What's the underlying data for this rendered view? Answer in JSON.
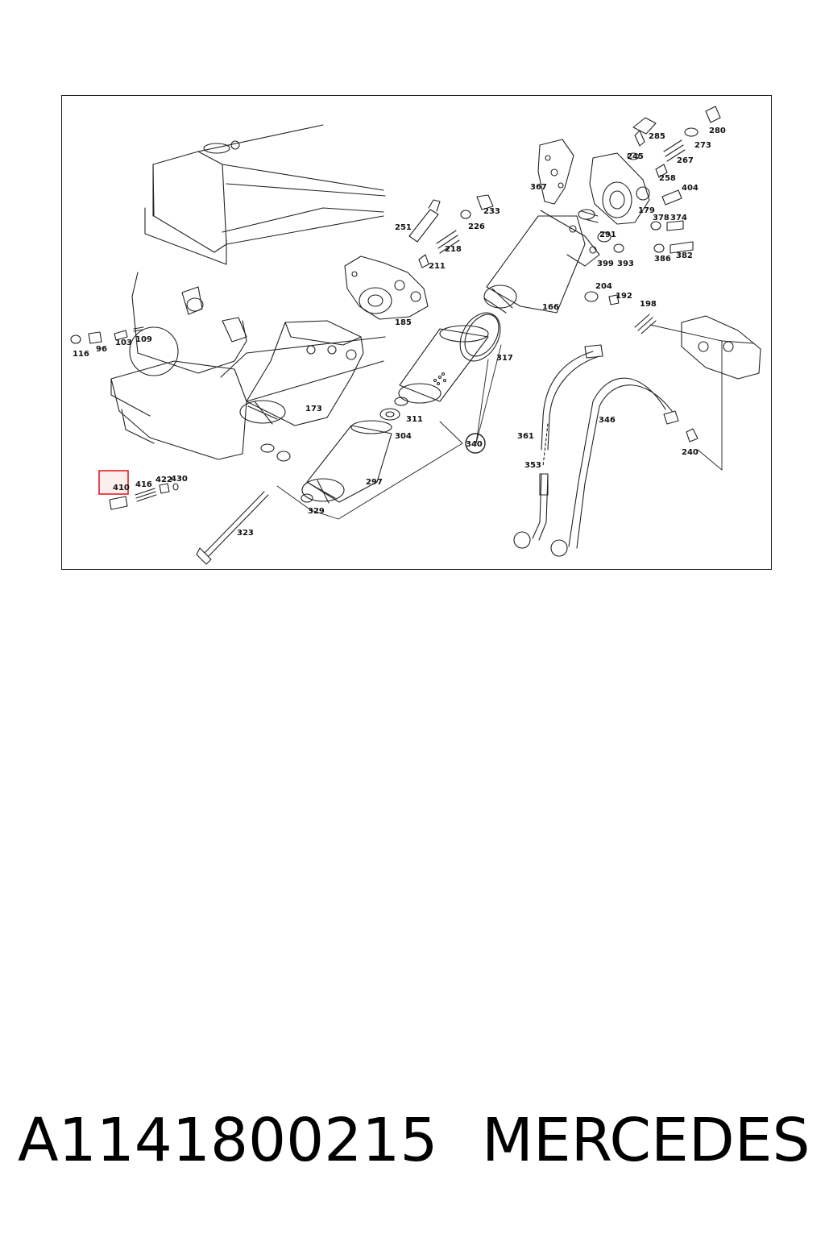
{
  "diagram": {
    "highlight_color": "#e02020",
    "highlighted_part": "410",
    "part_labels": [
      "116",
      "96",
      "103",
      "109",
      "251",
      "218",
      "226",
      "233",
      "211",
      "185",
      "173",
      "317",
      "311",
      "304",
      "340",
      "297",
      "329",
      "323",
      "410",
      "416",
      "422",
      "430",
      "367",
      "245",
      "285",
      "280",
      "273",
      "267",
      "258",
      "404",
      "179",
      "378",
      "374",
      "291",
      "399",
      "393",
      "386",
      "382",
      "166",
      "204",
      "192",
      "198",
      "361",
      "346",
      "353",
      "240"
    ]
  },
  "caption": {
    "part_number": "A1141800215",
    "brand": "MERCEDES"
  }
}
